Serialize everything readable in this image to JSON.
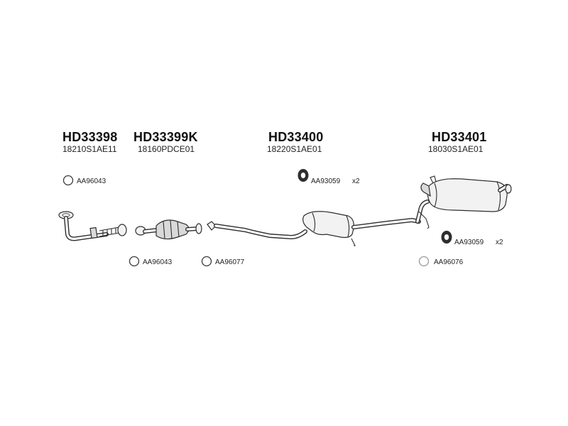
{
  "groups": [
    {
      "part_number": "HD33398",
      "oem_number": "18210S1AE11"
    },
    {
      "part_number": "HD33399K",
      "oem_number": "18160PDCE01"
    },
    {
      "part_number": "HD33400",
      "oem_number": "18220S1AE01"
    },
    {
      "part_number": "HD33401",
      "oem_number": "18030S1AE01"
    }
  ],
  "accessories": [
    {
      "code": "AA96043",
      "icon": "ring-gasket-icon",
      "qty": ""
    },
    {
      "code": "AA93059",
      "icon": "rubber-hanger-icon",
      "qty": "x2"
    },
    {
      "code": "AA96043",
      "icon": "ring-gasket-icon",
      "qty": ""
    },
    {
      "code": "AA96077",
      "icon": "ring-gasket-icon",
      "qty": ""
    },
    {
      "code": "AA93059",
      "icon": "rubber-hanger-icon",
      "qty": "x2"
    },
    {
      "code": "AA96076",
      "icon": "ring-gasket-icon",
      "qty": ""
    }
  ]
}
